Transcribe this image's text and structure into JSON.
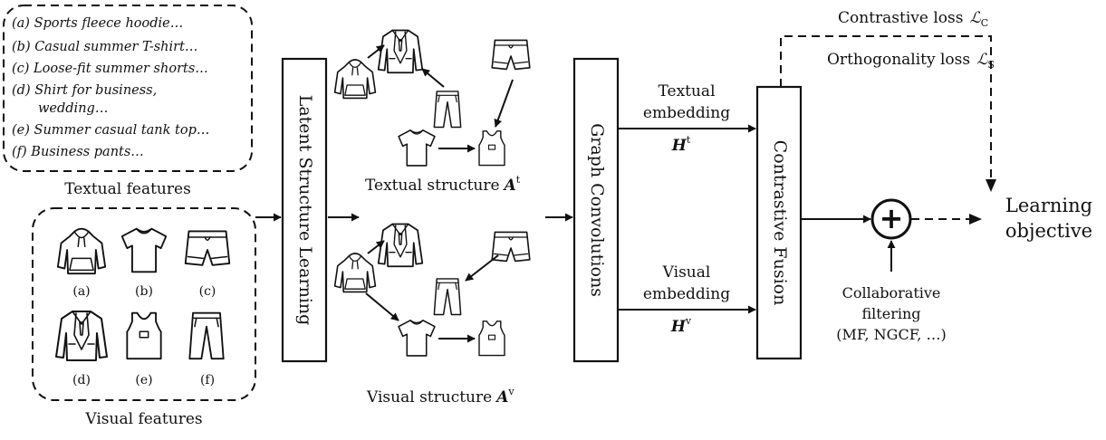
{
  "textual_features": {
    "items": [
      "(a) Sports fleece hoodie…",
      "(b) Casual summer T-shirt…",
      "(c) Loose-fit summer shorts…",
      "(d) Shirt for business,",
      "wedding…",
      "(e) Summer casual tank top…",
      "(f) Business pants…"
    ],
    "caption": "Textual features"
  },
  "visual_features": {
    "labels": [
      "(a)",
      "(b)",
      "(c)",
      "(d)",
      "(e)",
      "(f)"
    ],
    "caption": "Visual features"
  },
  "blocks": {
    "latent_structure_learning": "Latent Structure Learning",
    "graph_convolutions": "Graph Convolutions",
    "contrastive_fusion": "Contrastive Fusion"
  },
  "structures": {
    "textual": {
      "label": "Textual structure",
      "symbol": "A",
      "sup": "t"
    },
    "visual": {
      "label": "Visual structure",
      "symbol": "A",
      "sup": "v"
    }
  },
  "embeddings": {
    "textual": {
      "line1": "Textual",
      "line2": "embedding",
      "symbol": "H",
      "sup": "t"
    },
    "visual": {
      "line1": "Visual",
      "line2": "embedding",
      "symbol": "H",
      "sup": "v"
    }
  },
  "losses": {
    "contrastive": {
      "label": "Contrastive loss",
      "symbol": "ℒ",
      "sub": "C"
    },
    "orthogonality": {
      "label": "Orthogonality loss",
      "symbol": "ℒ",
      "sub": "S"
    }
  },
  "collaborative": {
    "line1": "Collaborative",
    "line2": "filtering",
    "line3": "(MF, NGCF, …)"
  },
  "plus_symbol": "+",
  "objective": {
    "line1": "Learning",
    "line2": "objective"
  },
  "icons": {
    "hoodie": "hoodie-icon",
    "tshirt": "tshirt-icon",
    "shorts": "shorts-icon",
    "jacket": "jacket-icon",
    "tanktop": "tanktop-icon",
    "pants": "pants-icon"
  }
}
